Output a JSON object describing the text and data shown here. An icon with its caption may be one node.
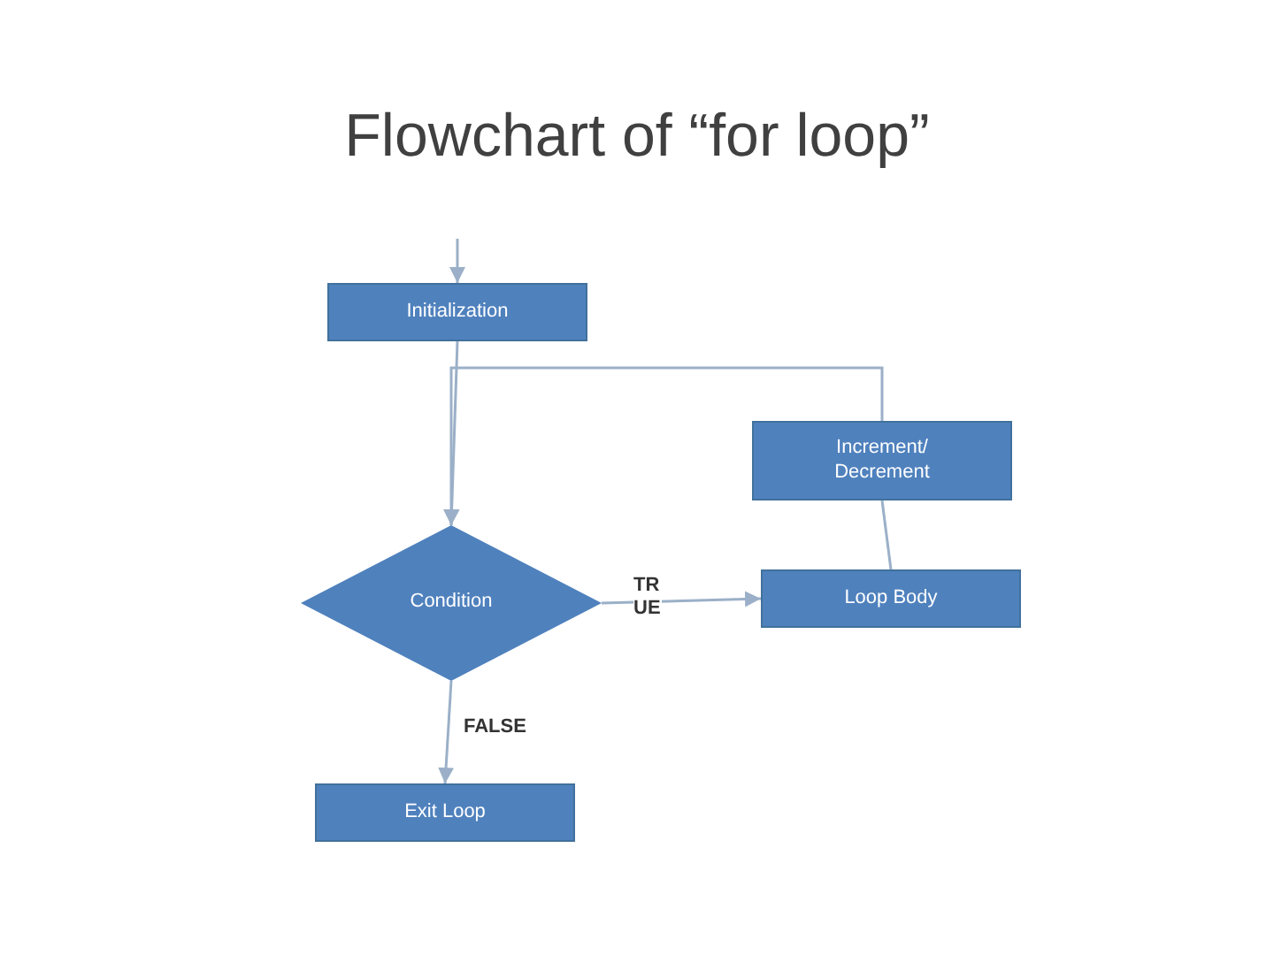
{
  "diagram": {
    "title": "Flowchart of “for loop”",
    "nodes": [
      {
        "text": [
          "Initialization"
        ]
      },
      {
        "text": [
          "Increment/ Decrement"
        ]
      },
      {
        "text": [
          "Condition"
        ]
      },
      {
        "text": [
          "Loop Body"
        ]
      },
      {
        "text": [
          "Exit Loop"
        ]
      }
    ],
    "edges": [
      {
        "from": null,
        "to": 0,
        "arrow": "to"
      },
      {
        "from": 0,
        "to": 2,
        "arrow": "to"
      },
      {
        "from": 2,
        "to": 3,
        "label": "TRUE",
        "arrow": "to"
      },
      {
        "from": 3,
        "to": 1,
        "arrow": "none"
      },
      {
        "from": 1,
        "to": 2,
        "arrow": "to"
      },
      {
        "from": 2,
        "to": 4,
        "label": "FALSE",
        "arrow": "to"
      }
    ]
  }
}
